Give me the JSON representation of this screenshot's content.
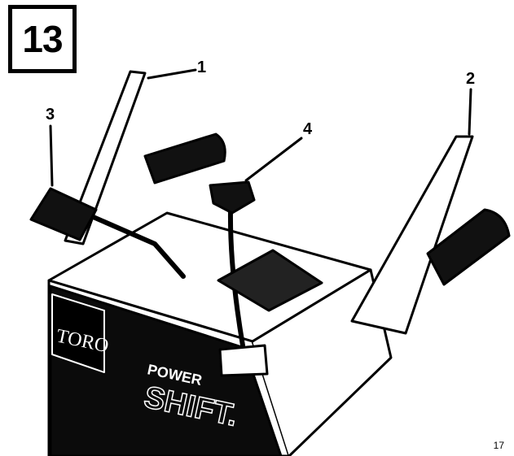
{
  "figure": {
    "number": "13"
  },
  "callouts": [
    {
      "id": "1",
      "label": "1"
    },
    {
      "id": "2",
      "label": "2"
    },
    {
      "id": "3",
      "label": "3"
    },
    {
      "id": "4",
      "label": "4"
    }
  ],
  "panel": {
    "brand": "TORO",
    "model_line1": "POWER",
    "model_line2": "SHIFT."
  },
  "page": {
    "number": "17"
  }
}
